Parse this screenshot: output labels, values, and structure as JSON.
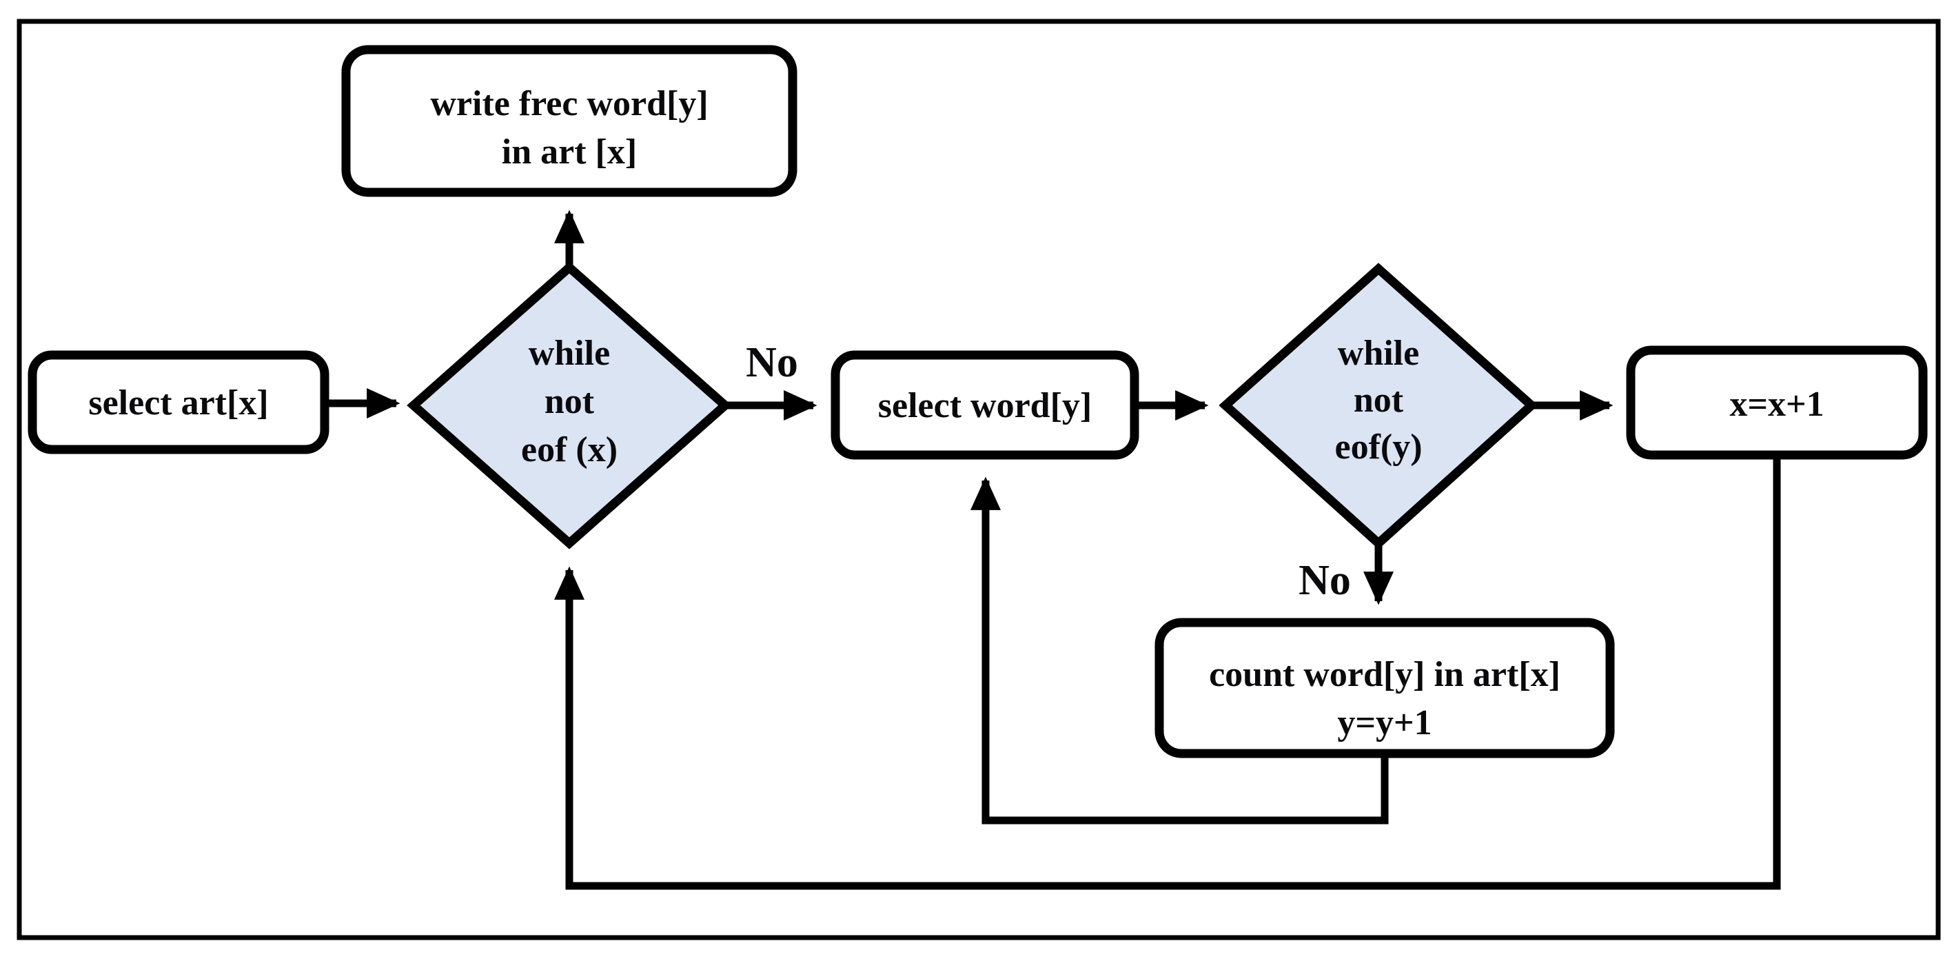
{
  "diagram": {
    "type": "flowchart",
    "background": "#ffffff",
    "colors": {
      "node_fill": "#ffffff",
      "decision_fill": "#dbe4f2",
      "stroke": "#000000",
      "text": "#0a0a0d"
    },
    "nodes": {
      "select_art": {
        "type": "process",
        "lines": [
          "select art[x]"
        ]
      },
      "while_not_eof_x": {
        "type": "decision",
        "lines": [
          "while",
          "not",
          "eof (x)"
        ]
      },
      "write_frec": {
        "type": "process",
        "lines": [
          "write frec word[y]",
          "in art [x]"
        ]
      },
      "select_word": {
        "type": "process",
        "lines": [
          "select word[y]"
        ]
      },
      "while_not_eof_y": {
        "type": "decision",
        "lines": [
          "while",
          "not",
          "eof(y)"
        ]
      },
      "x_increment": {
        "type": "process",
        "lines": [
          "x=x+1"
        ]
      },
      "count_word": {
        "type": "process",
        "lines": [
          "count word[y]  in art[x]",
          "y=y+1"
        ]
      }
    },
    "edges": [
      {
        "from": "select_art",
        "to": "while_not_eof_x",
        "label": ""
      },
      {
        "from": "while_not_eof_x",
        "to": "write_frec",
        "label": ""
      },
      {
        "from": "while_not_eof_x",
        "to": "select_word",
        "label": "No"
      },
      {
        "from": "select_word",
        "to": "while_not_eof_y",
        "label": ""
      },
      {
        "from": "while_not_eof_y",
        "to": "x_increment",
        "label": ""
      },
      {
        "from": "while_not_eof_y",
        "to": "count_word",
        "label": "No"
      },
      {
        "from": "count_word",
        "to": "select_word",
        "label": ""
      },
      {
        "from": "x_increment",
        "to": "while_not_eof_x",
        "label": ""
      }
    ]
  }
}
